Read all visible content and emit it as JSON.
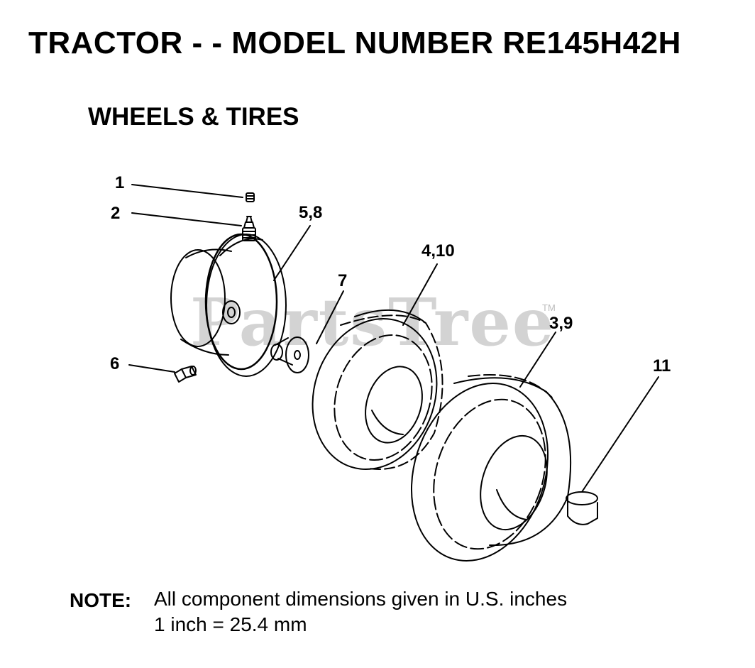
{
  "title": "TRACTOR - - MODEL NUMBER RE145H42H",
  "section": "WHEELS & TIRES",
  "watermark": "PartsTree",
  "watermark_mark": "TM",
  "callouts": {
    "c1": "1",
    "c2": "2",
    "c58": "5,8",
    "c410": "4,10",
    "c7": "7",
    "c39": "3,9",
    "c6": "6",
    "c11": "11"
  },
  "note": {
    "label": "NOTE:",
    "line1": "All component dimensions given in U.S. inches",
    "line2": "1 inch = 25.4 mm"
  }
}
